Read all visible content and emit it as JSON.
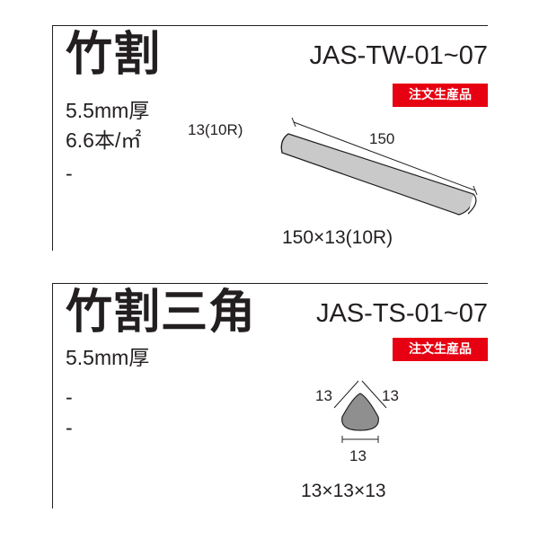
{
  "products": [
    {
      "name": "竹割",
      "code": "JAS-TW-01~07",
      "badge": "注文生産品",
      "specs": [
        "5.5mm厚",
        "6.6本/㎡",
        "-"
      ],
      "dims": {
        "length": "150",
        "width": "13(10R)"
      },
      "size": "150×13(10R)"
    },
    {
      "name": "竹割三角",
      "code": "JAS-TS-01~07",
      "badge": "注文生産品",
      "specs": [
        "5.5mm厚",
        "-",
        "-"
      ],
      "dims": {
        "left": "13",
        "right": "13",
        "bottom": "13"
      },
      "size": "13×13×13"
    }
  ],
  "colors": {
    "badge": "#e60012",
    "text": "#231f20",
    "tile": "#c9c9c9",
    "stroke": "#231f20"
  }
}
